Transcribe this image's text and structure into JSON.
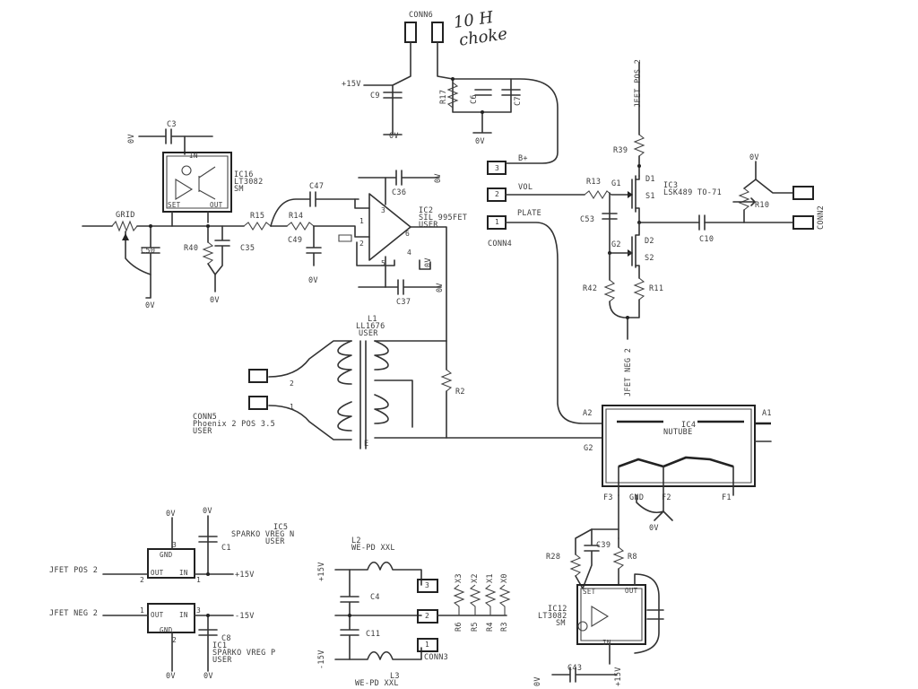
{
  "connectors": {
    "conn6": "CONN6",
    "conn4": "CONN4",
    "conn2": "CONN2",
    "conn5": "CONN5",
    "conn5_part": "Phoenix 2 POS 3.5",
    "conn5_user": "USER",
    "conn3": "CONN3"
  },
  "handwritten_note": [
    "10 H",
    "choke"
  ],
  "rails": {
    "plus15": "+15V",
    "minus15": "-15V",
    "zero": "0V",
    "jfet_pos2": "JFET POS 2",
    "jfet_neg2": "JFET NEG 2"
  },
  "pin_labels": {
    "bplus": "B+",
    "vol": "VOL",
    "plate": "PLATE",
    "grid": "GRID",
    "in": "IN",
    "out": "OUT",
    "set": "SET",
    "gnd": "GND",
    "a1": "A1",
    "a2": "A2",
    "g2": "G2",
    "f1": "F1",
    "f2": "F2",
    "f3": "F3",
    "d1": "D1",
    "d2": "D2",
    "s1": "S1",
    "s2": "S2",
    "g1": "G1",
    "g2_jfet": "G2",
    "e": "E"
  },
  "ics": {
    "ic16": [
      "IC16",
      "LT3082",
      "SM"
    ],
    "ic2": [
      "IC2",
      "SIL 995FET",
      "USER"
    ],
    "ic3": [
      "IC3",
      "LSK489 TO-71"
    ],
    "ic4": [
      "IC4",
      "NUTUBE"
    ],
    "ic5": [
      "IC5",
      "SPARKO VREG N",
      "USER"
    ],
    "ic1": [
      "IC1",
      "SPARKO VREG P",
      "USER"
    ],
    "ic12": [
      "IC12",
      "LT3082",
      "SM"
    ],
    "l1": [
      "L1",
      "LL1676",
      "USER"
    ],
    "l2": [
      "L2",
      "WE-PD XXL"
    ],
    "l3": [
      "L3",
      "WE-PD XXL"
    ]
  },
  "refdes": {
    "c3": "C3",
    "c9": "C9",
    "c6": "C6",
    "c7": "C7",
    "c47": "C47",
    "c36": "C36",
    "c49": "C49",
    "c50": "C50",
    "c35": "C35",
    "c37": "C37",
    "c53": "C53",
    "c10": "C10",
    "c39": "C39",
    "c1": "C1",
    "c8": "C8",
    "c4": "C4",
    "c11": "C11",
    "c43": "C43",
    "r17": "R17",
    "r13": "R13",
    "r39": "R39",
    "r10": "R10",
    "r15": "R15",
    "r14": "R14",
    "r40": "R40",
    "r42": "R42",
    "r11": "R11",
    "r2": "R2",
    "r28": "R28",
    "r8": "R8",
    "r6": "R6",
    "r5": "R5",
    "r4": "R4",
    "r3": "R3",
    "x3": "X3",
    "x2": "X2",
    "x1": "X1",
    "x0": "X0"
  },
  "pin_numbers": [
    "1",
    "2",
    "3",
    "4",
    "5",
    "6"
  ]
}
